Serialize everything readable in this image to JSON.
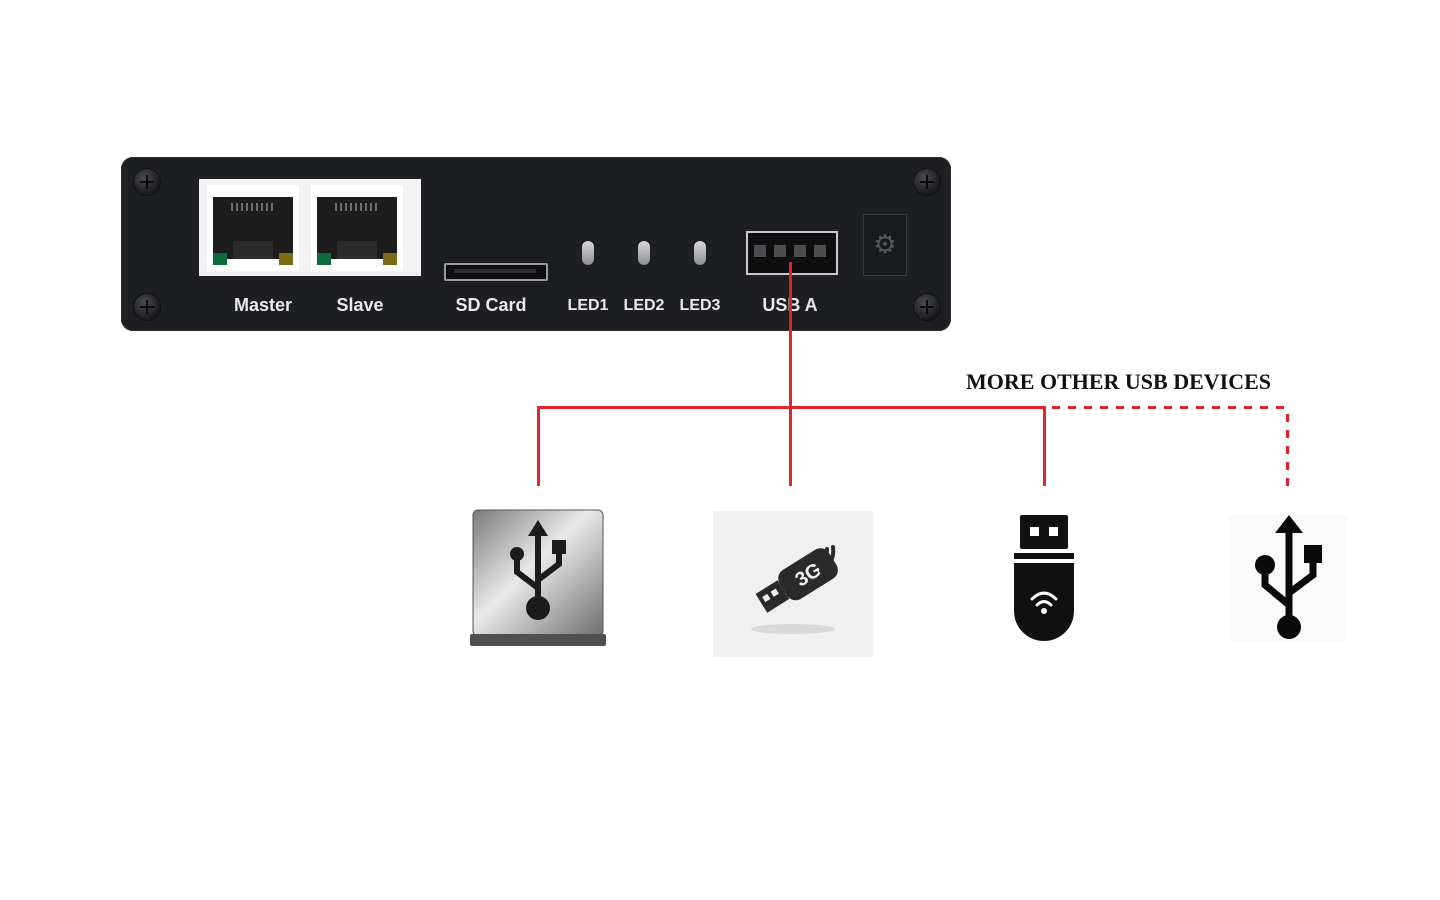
{
  "device_panel": {
    "ports": {
      "master": "Master",
      "slave": "Slave",
      "sd_card": "SD Card",
      "led1": "LED1",
      "led2": "LED2",
      "led3": "LED3",
      "usb_a": "USB A"
    }
  },
  "connections": {
    "more_label": "MORE OTHER USB DEVICES",
    "line_color": "#e2242c"
  },
  "devices": [
    {
      "icon": "usb-hard-drive-icon"
    },
    {
      "icon": "3g-usb-modem-icon",
      "badge": "3G"
    },
    {
      "icon": "usb-flash-drive-icon"
    },
    {
      "icon": "usb-symbol-icon"
    }
  ]
}
